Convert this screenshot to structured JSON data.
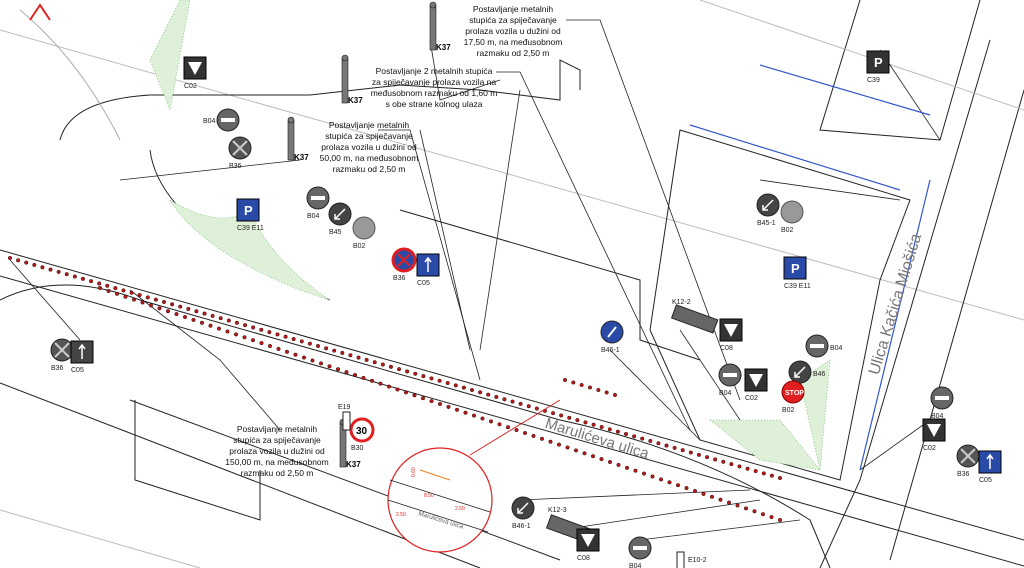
{
  "streets": {
    "main": "Marulićeva ulica",
    "cross": "Ulica Kačića Miošića"
  },
  "notes": [
    "Postavljanje metalnih\nstupića  za spiječavanje\nprolaza vozila u dužini od\n17,50 m, na međusobnom\nrazmaku od 2,50 m",
    "Postavljanje 2 metalnih stupića\nza spiječavanje prolaza vozila na\nmeđusobnom razmaku od 1,60 m\ns obe strane kolnog ulaza",
    "Postavljanje metalnih\nstupića  za spiječavanje\nprolaza vozila u dužini od\n50,00 m, na međusobnom\nrazmaku od 2,50 m",
    "Postavljanje metalnih\nstupića  za spiječavanje\nprolaza vozila u dužini od\n150,00 m, na međusobnom\nrazmaku od 2,50 m"
  ],
  "bollard_code": "K37",
  "detail": {
    "street": "Marulićeva ulica",
    "dims": [
      "0.60",
      "8.50",
      "2.50",
      "2.50"
    ]
  },
  "signs": [
    {
      "code": "C02",
      "type": "tri"
    },
    {
      "code": "B04",
      "type": "noentry"
    },
    {
      "code": "B36",
      "type": "noparking"
    },
    {
      "code": "C39",
      "sub": "E11",
      "type": "parking"
    },
    {
      "code": "B04",
      "type": "noentry"
    },
    {
      "code": "B45",
      "type": "arrow"
    },
    {
      "code": "B02",
      "type": "stopgrey"
    },
    {
      "code": "B36",
      "type": "noparkred"
    },
    {
      "code": "C05",
      "type": "oneway"
    },
    {
      "code": "B36",
      "type": "noparking"
    },
    {
      "code": "C05",
      "type": "oneway"
    },
    {
      "code": "B30",
      "type": "speed",
      "value": "30"
    },
    {
      "code": "E19",
      "type": "plate"
    },
    {
      "code": "C39",
      "type": "parking"
    },
    {
      "code": "B45-1",
      "type": "arrow"
    },
    {
      "code": "B02",
      "type": "stopgrey"
    },
    {
      "code": "C39",
      "sub": "E11",
      "type": "parking"
    },
    {
      "code": "B46-1",
      "type": "bluearrow"
    },
    {
      "code": "K12-2",
      "type": "board"
    },
    {
      "code": "C08",
      "type": "tri"
    },
    {
      "code": "B04",
      "type": "noentry"
    },
    {
      "code": "C02",
      "type": "tri"
    },
    {
      "code": "B46",
      "type": "arrow"
    },
    {
      "code": "B04",
      "type": "noentry"
    },
    {
      "code": "B02",
      "type": "stop",
      "value": "STOP"
    },
    {
      "code": "B04",
      "type": "noentry"
    },
    {
      "code": "C02",
      "type": "tri"
    },
    {
      "code": "B36",
      "type": "noparking"
    },
    {
      "code": "C05",
      "type": "oneway"
    },
    {
      "code": "B46-1",
      "type": "arrow"
    },
    {
      "code": "K12-3",
      "type": "board"
    },
    {
      "code": "C08",
      "type": "tri"
    },
    {
      "code": "B04",
      "type": "noentry"
    },
    {
      "code": "E10-2",
      "type": "plate"
    }
  ],
  "colors": {
    "blue": "#2a4aa8",
    "red": "#e02020",
    "bollard": "#c01818",
    "yellow": "#f0b400",
    "accent_blue": "#3355cc"
  }
}
